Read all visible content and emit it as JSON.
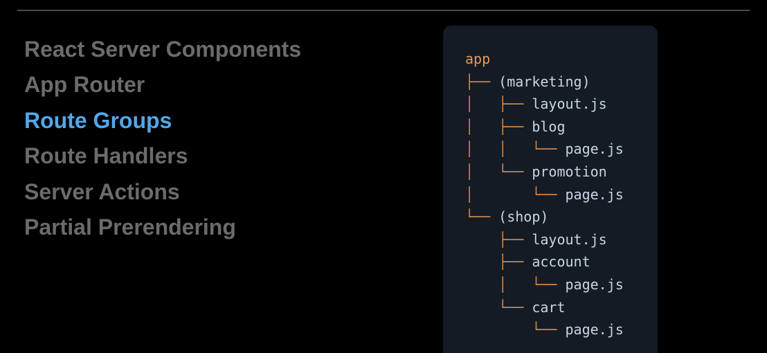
{
  "topics": [
    {
      "label": "React Server Components",
      "active": false
    },
    {
      "label": "App Router",
      "active": false
    },
    {
      "label": "Route Groups",
      "active": true
    },
    {
      "label": "Route Handlers",
      "active": false
    },
    {
      "label": "Server Actions",
      "active": false
    },
    {
      "label": "Partial Prerendering",
      "active": false
    }
  ],
  "tree": {
    "lines": [
      {
        "prefix": "",
        "label": "app"
      },
      {
        "prefix": "├── ",
        "label": "(marketing)"
      },
      {
        "prefix": "│   ├── ",
        "label": "layout.js"
      },
      {
        "prefix": "│   ├── ",
        "label": "blog"
      },
      {
        "prefix": "│   │   └── ",
        "label": "page.js"
      },
      {
        "prefix": "│   └── ",
        "label": "promotion"
      },
      {
        "prefix": "│       └── ",
        "label": "page.js"
      },
      {
        "prefix": "└── ",
        "label": "(shop)"
      },
      {
        "prefix": "    ├── ",
        "label": "layout.js"
      },
      {
        "prefix": "    ├── ",
        "label": "account"
      },
      {
        "prefix": "    │   └── ",
        "label": "page.js"
      },
      {
        "prefix": "    └── ",
        "label": "cart"
      },
      {
        "prefix": "        └── ",
        "label": "page.js"
      }
    ]
  },
  "colors": {
    "background": "#000000",
    "topic_inactive": "#6b6b6b",
    "topic_active": "#52a8ea",
    "panel_background": "#141b25",
    "tree_guides": "#d2884a",
    "tree_names": "#c8d6e2",
    "tree_root": "#e79a55"
  }
}
